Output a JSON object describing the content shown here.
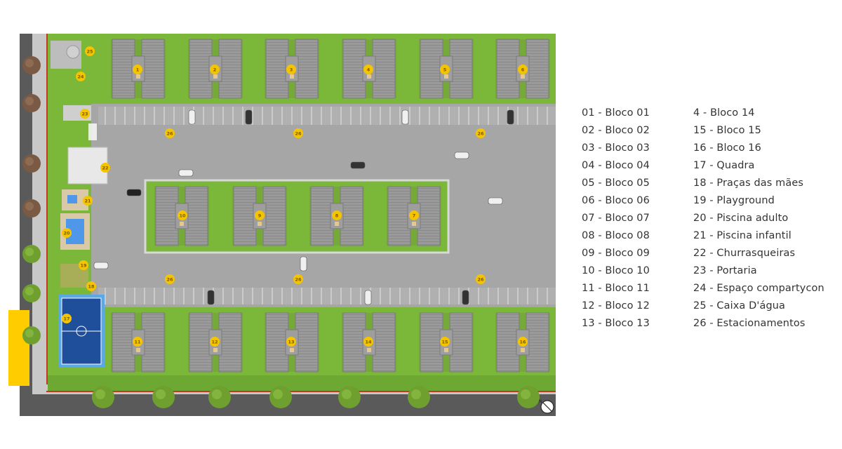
{
  "colors": {
    "marker": "#f5c400",
    "lawn": "#7bb83a",
    "asphalt": "#a6a6a6",
    "roof": "#8f8f8f",
    "court": "#1f4f9a",
    "pool": "#4f97e8",
    "accent_bar": "#ffcc00"
  },
  "map": {
    "north_icon": "north-arrow-icon",
    "top_blocks": [
      "1",
      "2",
      "3",
      "4",
      "5",
      "6"
    ],
    "middle_blocks": [
      "10",
      "9",
      "8",
      "7"
    ],
    "bottom_blocks": [
      "11",
      "12",
      "13",
      "14",
      "15",
      "16"
    ],
    "parking_labels": [
      "26",
      "26",
      "26",
      "26",
      "26",
      "26"
    ],
    "facility_labels": {
      "caixa_dagua": "25",
      "espaco": "24",
      "portaria": "23",
      "churrasqueiras": "22",
      "piscina_infantil": "21",
      "piscina_adulto": "20",
      "playground": "19",
      "pracas": "18",
      "quadra": "17"
    }
  },
  "legend": {
    "col1": [
      "01 - Bloco 01",
      "02 - Bloco 02",
      "03 - Bloco 03",
      "04 - Bloco 04",
      "05 - Bloco 05",
      "06 - Bloco 06",
      "07 - Bloco 07",
      "08 - Bloco 08",
      "09 - Bloco 09",
      "10 - Bloco 10",
      "11 - Bloco 11",
      "12 - Bloco 12",
      "13 - Bloco 13"
    ],
    "col2": [
      "4 - Bloco 14",
      "15 - Bloco 15",
      "16 - Bloco 16",
      "17 - Quadra",
      "18 - Praças das mães",
      "19 - Playground",
      "20 - Piscina adulto",
      "21 - Piscina infantil",
      "22 - Churrasqueiras",
      "23 - Portaria",
      "24 - Espaço compartycon",
      "25 - Caixa D'água",
      "26 - Estacionamentos"
    ]
  }
}
